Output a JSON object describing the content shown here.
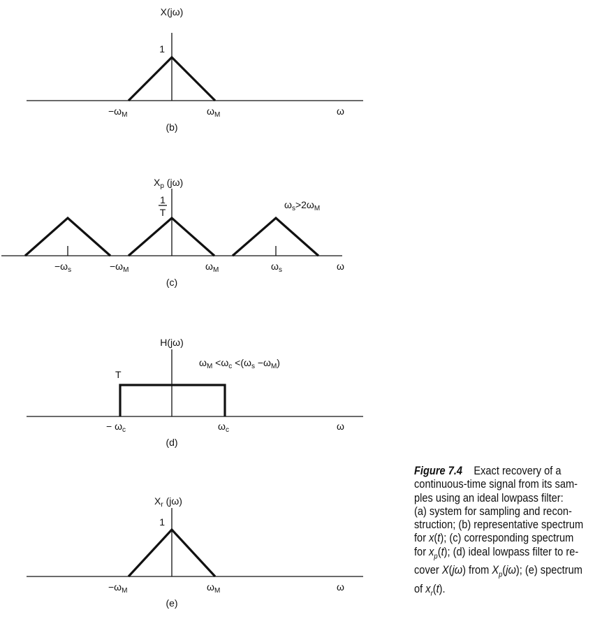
{
  "panel_b": {
    "ylabel": "X(jω)",
    "peak": "1",
    "neg_wm": "−ω",
    "neg_wm_sub": "M",
    "wm": "ω",
    "wm_sub": "M",
    "axis": "ω",
    "label": "(b)"
  },
  "panel_c": {
    "ylabel": "X",
    "ylabel_sub": "p",
    "ylabel_rest": " (jω)",
    "peak_num": "1",
    "peak_den": "T",
    "cond_a": "ω",
    "cond_a_sub": "s",
    "cond_b": ">2ω",
    "cond_b_sub": "M",
    "neg_ws": "−ω",
    "neg_ws_sub": "s",
    "neg_wm": "−ω",
    "neg_wm_sub": "M",
    "wm": "ω",
    "wm_sub": "M",
    "ws": "ω",
    "ws_sub": "s",
    "axis": "ω",
    "label": "(c)"
  },
  "panel_d": {
    "ylabel": "H(jω)",
    "gain": "T",
    "cond": [
      "ω",
      "M",
      " <ω",
      "c",
      " <(ω",
      "s",
      " −ω",
      "M",
      ")"
    ],
    "neg_wc": "− ω",
    "neg_wc_sub": "c",
    "wc": "ω",
    "wc_sub": "c",
    "axis": "ω",
    "label": "(d)"
  },
  "panel_e": {
    "ylabel": "X",
    "ylabel_sub": "r",
    "ylabel_rest": " (jω)",
    "peak": "1",
    "neg_wm": "−ω",
    "neg_wm_sub": "M",
    "wm": "ω",
    "wm_sub": "M",
    "axis": "ω",
    "label": "(e)"
  },
  "caption": [
    [
      {
        "t": "Figure 7.4",
        "s": "b"
      },
      {
        "t": "    Exact recovery of a"
      }
    ],
    [
      {
        "t": "continuous-time signal from its sam-"
      }
    ],
    [
      {
        "t": "ples using an ideal lowpass filter:"
      }
    ],
    [
      {
        "t": "(a) system for sampling and recon-"
      }
    ],
    [
      {
        "t": "struction; (b) representative spectrum"
      }
    ],
    [
      {
        "t": "for "
      },
      {
        "t": "x",
        "s": "i"
      },
      {
        "t": "("
      },
      {
        "t": "t",
        "s": "i"
      },
      {
        "t": "); (c) corresponding spectrum"
      }
    ],
    [
      {
        "t": "for "
      },
      {
        "t": "x",
        "s": "i"
      },
      {
        "t": "p",
        "s": "isub"
      },
      {
        "t": "("
      },
      {
        "t": "t",
        "s": "i"
      },
      {
        "t": "); (d) ideal lowpass filter to re-"
      }
    ],
    [
      {
        "t": "cover "
      },
      {
        "t": "X",
        "s": "i"
      },
      {
        "t": "("
      },
      {
        "t": "jω",
        "s": "i"
      },
      {
        "t": ") from "
      },
      {
        "t": "X",
        "s": "i"
      },
      {
        "t": "p",
        "s": "isub"
      },
      {
        "t": "("
      },
      {
        "t": "jω",
        "s": "i"
      },
      {
        "t": "); (e) spectrum"
      }
    ],
    [
      {
        "t": "of "
      },
      {
        "t": "x",
        "s": "i"
      },
      {
        "t": "r",
        "s": "isub"
      },
      {
        "t": "("
      },
      {
        "t": "t",
        "s": "i"
      },
      {
        "t": ")."
      }
    ]
  ]
}
